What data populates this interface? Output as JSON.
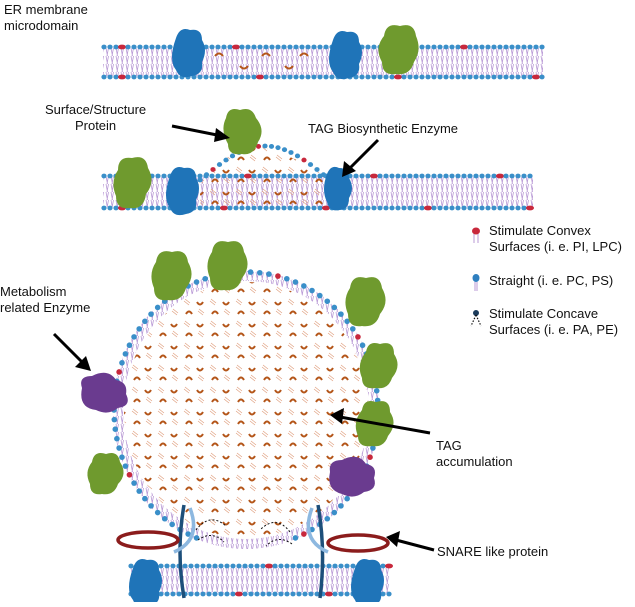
{
  "labels": {
    "er_membrane": "ER membrane\nmicrodomain",
    "surface_protein": "Surface/Structure\nProtein",
    "tag_enzyme": "TAG Biosynthetic Enzyme",
    "metabolism_enzyme": "Metabolism\nrelated Enzyme",
    "tag_accumulation": "TAG\naccumulation",
    "snare": "SNARE like protein"
  },
  "legend": [
    {
      "text": "Stimulate Convex\nSurfaces (i. e. PI, LPC)",
      "head_color": "#c8283c"
    },
    {
      "text": "Straight (i. e. PC, PS)",
      "head_color": "#2f7fbf"
    },
    {
      "text": "Stimulate Concave\nSurfaces (i. e. PA, PE)",
      "head_color": "#1a3a5a"
    }
  ],
  "colors": {
    "green_protein": "#6f9a2e",
    "blue_enzyme": "#1f74b8",
    "purple_enzyme": "#6a3b8f",
    "lipid_head": "#3a8fc9",
    "lipid_tail": "#b99ad6",
    "tag": "#b4561a",
    "snare_red": "#8b1c1c",
    "snare_light": "#8db8e0",
    "snare_dark": "#1d4f7a"
  }
}
